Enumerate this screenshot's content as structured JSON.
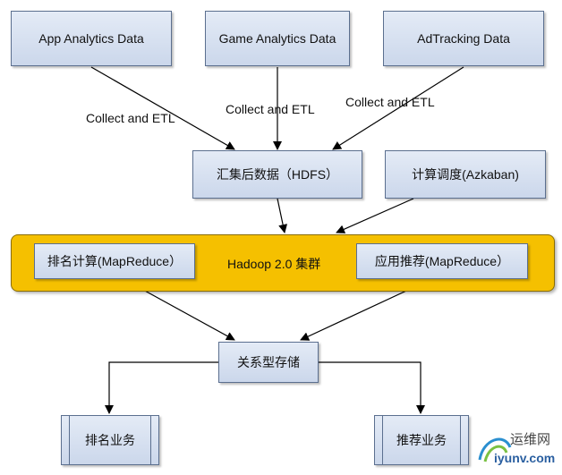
{
  "sources": {
    "app": "App Analytics Data",
    "game": "Game Analytics Data",
    "adtracking": "AdTracking Data"
  },
  "edge_labels": {
    "etl_left": "Collect and ETL",
    "etl_middle": "Collect and ETL",
    "etl_right": "Collect and ETL"
  },
  "hdfs": "汇集后数据（HDFS）",
  "scheduler": "计算调度(Azkaban)",
  "cluster": {
    "title": "Hadoop 2.0 集群",
    "ranking_job": "排名计算(MapReduce）",
    "recommend_job": "应用推荐(MapReduce）"
  },
  "storage": "关系型存储",
  "services": {
    "ranking": "排名业务",
    "recommend": "推荐业务"
  },
  "watermark": {
    "brand": "运维网",
    "url": "iyunv.com"
  },
  "colors": {
    "box_fill": "#cbd7eb",
    "box_border": "#5b6f8f",
    "cluster_fill": "#f5c000",
    "edge": "#000000"
  }
}
